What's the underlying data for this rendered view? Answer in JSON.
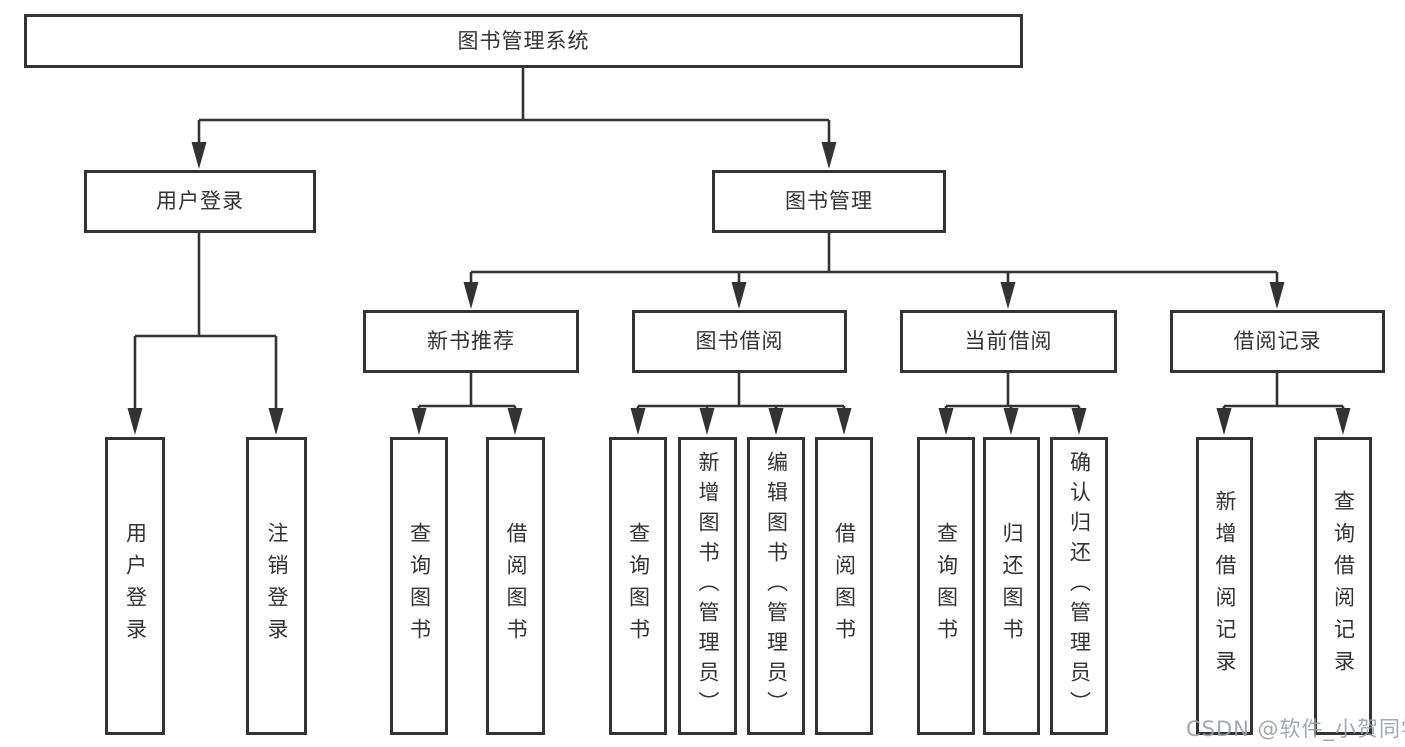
{
  "diagram": {
    "root": "图书管理系统",
    "level2": [
      {
        "label": "用户登录"
      },
      {
        "label": "图书管理"
      }
    ],
    "level3": [
      {
        "parent": "图书管理",
        "label": "新书推荐"
      },
      {
        "parent": "图书管理",
        "label": "图书借阅"
      },
      {
        "parent": "图书管理",
        "label": "当前借阅"
      },
      {
        "parent": "图书管理",
        "label": "借阅记录"
      }
    ],
    "leaves": [
      {
        "parent": "用户登录",
        "label": "用户登录"
      },
      {
        "parent": "用户登录",
        "label": "注销登录"
      },
      {
        "parent": "新书推荐",
        "label": "查询图书"
      },
      {
        "parent": "新书推荐",
        "label": "借阅图书"
      },
      {
        "parent": "图书借阅",
        "label": "查询图书"
      },
      {
        "parent": "图书借阅",
        "label": "新增图书（管理员）"
      },
      {
        "parent": "图书借阅",
        "label": "编辑图书（管理员）"
      },
      {
        "parent": "图书借阅",
        "label": "借阅图书"
      },
      {
        "parent": "当前借阅",
        "label": "查询图书"
      },
      {
        "parent": "当前借阅",
        "label": "归还图书"
      },
      {
        "parent": "当前借阅",
        "label": "确认归还（管理员）"
      },
      {
        "parent": "借阅记录",
        "label": "新增借阅记录"
      },
      {
        "parent": "借阅记录",
        "label": "查询借阅记录"
      }
    ]
  },
  "watermark": {
    "text": "CSDN @软件_小贺同学"
  },
  "colors": {
    "line": "#333333",
    "box_border": "#333333",
    "text": "#333333",
    "background": "#ffffff",
    "watermark": "#9aa1ad"
  }
}
